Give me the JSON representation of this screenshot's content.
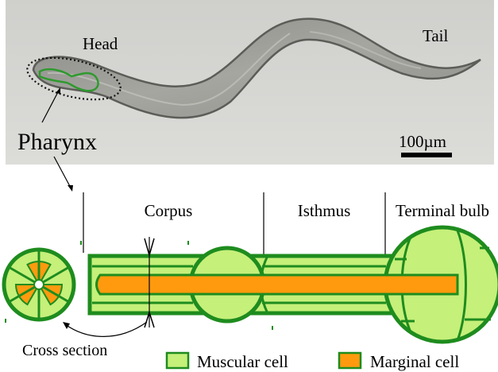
{
  "photo": {
    "labels": {
      "head": "Head",
      "tail": "Tail",
      "organ": "Pharynx",
      "scale": "100µm"
    },
    "outline_color": "#2e9a2e"
  },
  "schematic": {
    "sections": [
      "Corpus",
      "Isthmus",
      "Terminal bulb"
    ],
    "cross_section_label": "Cross section",
    "colors": {
      "muscular_fill": "#c5f07a",
      "muscular_edge": "#1e8c1e",
      "marginal_fill": "#ff9a0e"
    }
  },
  "legend": [
    {
      "label": "Muscular cell",
      "color": "#c5f07a"
    },
    {
      "label": "Marginal cell",
      "color": "#ff9a0e"
    }
  ]
}
